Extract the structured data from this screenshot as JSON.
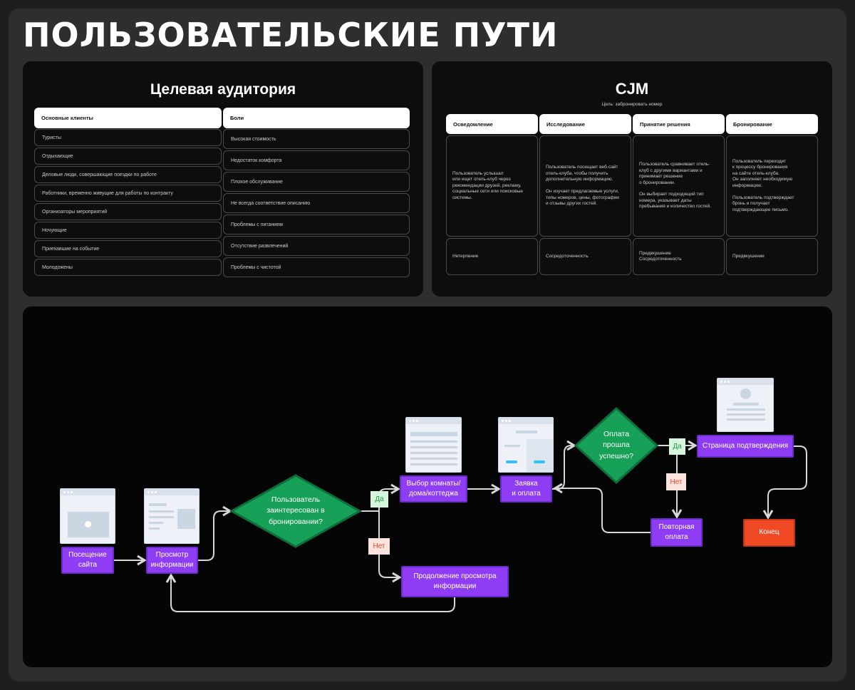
{
  "page_title": "ПОЛЬЗОВАТЕЛЬСКИЕ ПУТИ",
  "audience": {
    "title": "Целевая аудитория",
    "col1_header": "Основные клиенты",
    "col2_header": "Боли",
    "clients": [
      "Туристы",
      "Отдыхающие",
      "Деловые люди, совершающие поездки по работе",
      "Работники, временно живущие для работы по контракту",
      "Организаторы мероприятий",
      "Ночующие",
      "Приехавшие на событие",
      "Молодожены"
    ],
    "pains": [
      "Высокая стоимость",
      "Недостаток комфорта",
      "Плохое обслуживание",
      "Не всегда соответствие описанию",
      "Проблемы с питанием",
      "Отсутствие развлечений",
      "Проблемы с чистотой"
    ]
  },
  "cjm": {
    "title": "CJM",
    "goal": "Цель: забронировать номер",
    "stages": [
      {
        "name": "Осведомление",
        "description": "Пользователь услышал\nили ищет отель-клуб через\nрекомендации друзей, рекламу,\nсоциальные сети или поисковые\nсистемы.",
        "emotion": "Нетерпение"
      },
      {
        "name": "Исследование",
        "description": "Пользователь посещает веб-сайт\nотель-клуба, чтобы получить\nдополнительную информацию.\n\nОн изучает предлагаемые услуги,\nтипы номеров, цены, фотографии\nи отзывы других гостей.",
        "emotion": "Сосредоточенность"
      },
      {
        "name": "Принятие решения",
        "description": "Пользователь сравнивает отель-\nклуб с другими вариантами и\nпринимает решение\nо бронировании.\n\nОн выбирает подходящий тип\nномера, указывает даты\nпребывания и количество гостей.",
        "emotion": "Предвкушение\nСосредоточенность"
      },
      {
        "name": "Бронирование",
        "description": "Пользователь переходит\nк процессу бронирования\nна сайте отель-клуба.\nОн заполняет необходимую\nинформацию.\n\nПользователь подтверждает\nбронь и получает\nподтверждающее письмо.",
        "emotion": "Предвкушение"
      }
    ]
  },
  "flow": {
    "visit": "Посещение\nсайта",
    "view_info": "Просмотр\nинформации",
    "decision1": "Пользователь\nзаинтересован в\nбронировании?",
    "choose_room": "Выбор комнаты/\nдома/коттеджа",
    "request_pay": "Заявка\nи оплата",
    "continue_view": "Продолжение просмотра\nинформации",
    "decision2": "Оплата\nпрошла\nуспешно?",
    "confirm_page": "Страница подтверждения",
    "repeat_pay": "Повторная\nоплата",
    "end": "Конец",
    "yes": "Да",
    "no": "Нет",
    "colors": {
      "process": "#8e3df4",
      "decision": "#17a058",
      "end": "#ef4a24",
      "yes_tag": "#d6f5dc",
      "no_tag": "#fde3de"
    }
  }
}
